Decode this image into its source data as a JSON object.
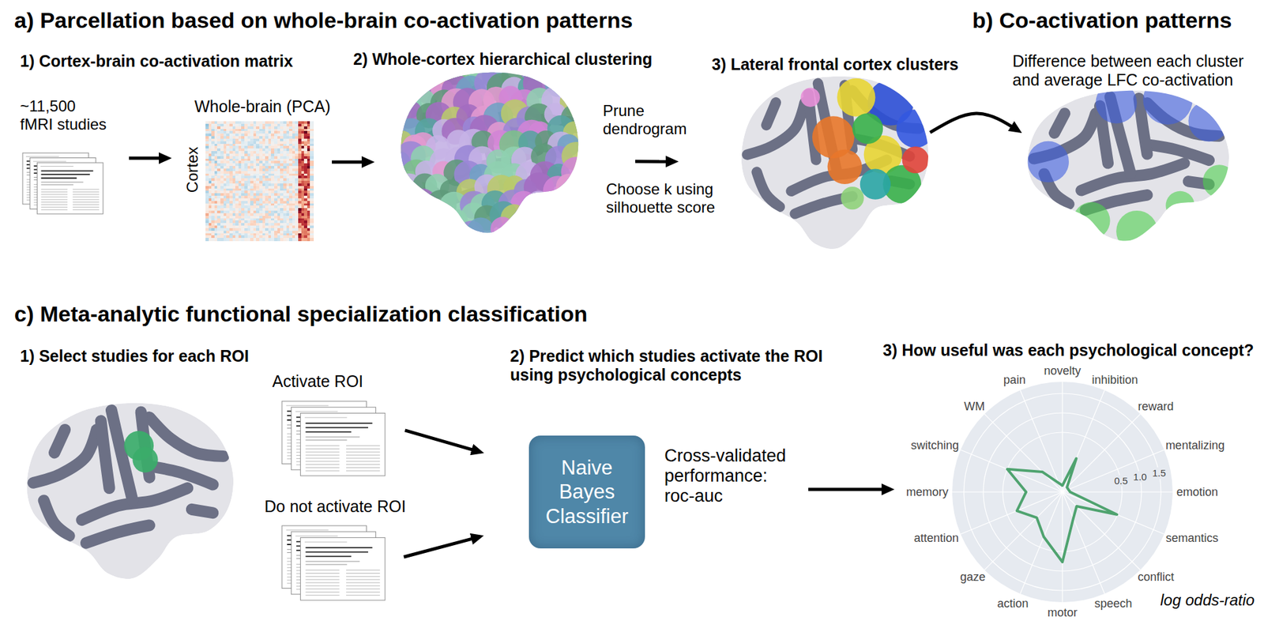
{
  "diagram": {
    "nodes": [
      {
        "text": [
          "~11,500 fMRI studies"
        ]
      },
      {
        "text": [
          "Whole-brain (PCA)",
          "Cortex"
        ]
      },
      {
        "text": [
          "2) Whole-cortex hierarchical clustering"
        ]
      },
      {
        "text": [
          "3) Lateral frontal cortex clusters"
        ]
      },
      {
        "text": [
          "Difference between each cluster and average LFC co-activation"
        ]
      },
      {
        "text": [
          "1) Select studies for each ROI"
        ]
      },
      {
        "text": [
          "Activate ROI"
        ]
      },
      {
        "text": [
          "Do not activate ROI"
        ]
      },
      {
        "text": [
          "Naive Bayes Classifier"
        ]
      },
      {
        "text": [
          "3) How useful was each psychological concept?"
        ]
      }
    ],
    "edges": [
      {
        "from": 0,
        "to": 1,
        "arrow": "to"
      },
      {
        "from": 1,
        "to": 2,
        "arrow": "to"
      },
      {
        "from": 2,
        "to": 3,
        "label": "Prune dendrogram",
        "arrow": "to"
      },
      {
        "from": 3,
        "to": 4,
        "arrow": "to"
      },
      {
        "from": 6,
        "to": 8,
        "arrow": "to"
      },
      {
        "from": 7,
        "to": 8,
        "arrow": "to"
      },
      {
        "from": 8,
        "to": 9,
        "label": "Cross-validated performance: roc-auc",
        "arrow": "to"
      }
    ],
    "labels": [
      "a) Parcellation based on whole-brain co-activation patterns",
      "b) Co-activation patterns",
      "1) Cortex-brain co-activation matrix",
      "Choose k using silhouette score",
      "c) Meta-analytic functional specialization classification",
      "2) Predict which studies activate the ROI using psychological concepts",
      "novelty",
      "inhibition",
      "reward",
      "mentalizing",
      "emotion",
      "semantics",
      "conflict",
      "speech",
      "motor",
      "action",
      "gaze",
      "attention",
      "memory",
      "switching",
      "WM",
      "pain",
      "0.5",
      "1.0",
      "1.5",
      "log odds-ratio"
    ]
  }
}
